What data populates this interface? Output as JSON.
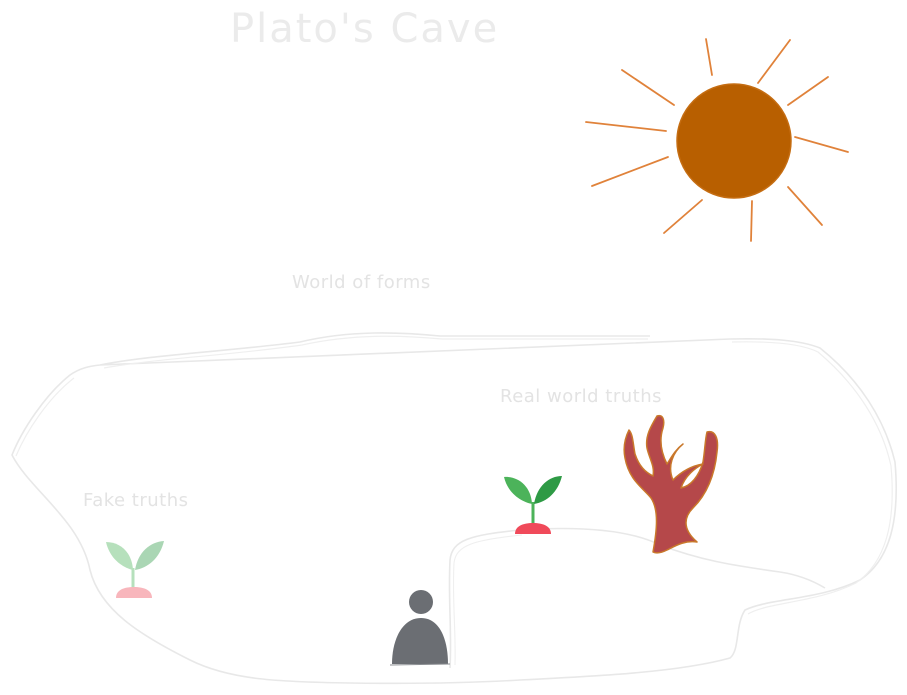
{
  "diagram": {
    "title": "Plato's Cave",
    "labels": {
      "world_of_forms": "World of forms",
      "real_world_truths": "Real world truths",
      "fake_truths": "Fake truths"
    }
  },
  "icons": {
    "sun": "sun-icon",
    "faded_sprout": "sprout-icon",
    "real_sprout": "sprout-icon",
    "coral": "coral-icon",
    "person": "person-icon"
  },
  "colors": {
    "sun_fill": "#b85f00",
    "sun_rays": "#e0823a",
    "sprout_leaf": "#4cb35a",
    "sprout_leaf_dark": "#2e9a45",
    "sprout_soil": "#f04a5a",
    "coral_fill": "#b5484a",
    "coral_edge": "#c9782b",
    "person_fill": "#6b6e73",
    "outline_stroke": "#e8e8e8",
    "label_text": "#e3e3e3"
  }
}
